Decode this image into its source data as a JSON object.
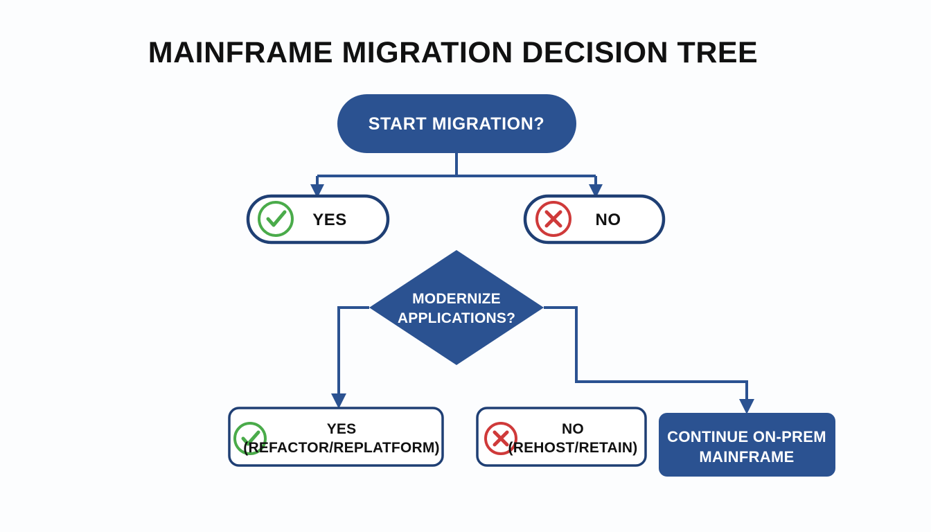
{
  "page": {
    "title": "MAINFRAME MIGRATION DECISION TREE",
    "background_color": "#fcfdfe",
    "accent_color": "#2b5291",
    "border_color": "#1f3f74",
    "success_color": "#4aab4a",
    "danger_color": "#cf3a3a"
  },
  "diagram": {
    "type": "decision-tree",
    "nodes": {
      "start": {
        "label": "START MIGRATION?",
        "shape": "pill",
        "style": "filled"
      },
      "start_yes": {
        "label": "YES",
        "shape": "pill",
        "style": "outlined",
        "icon": "check-circle-icon"
      },
      "start_no": {
        "label": "NO",
        "shape": "pill",
        "style": "outlined",
        "icon": "x-circle-icon"
      },
      "decision": {
        "label_line1": "MODERNIZE",
        "label_line2": "APPLICATIONS?",
        "shape": "diamond",
        "style": "filled"
      },
      "outcome_yes": {
        "label_line1": "YES",
        "label_line2": "(REFACTOR/REPLATFORM)",
        "shape": "rounded-rect",
        "style": "outlined",
        "icon": "check-circle-icon"
      },
      "outcome_no": {
        "label_line1": "NO",
        "label_line2": "(REHOST/RETAIN)",
        "shape": "rounded-rect",
        "style": "outlined",
        "icon": "x-circle-icon"
      },
      "outcome_onprem": {
        "label_line1": "CONTINUE ON-PREM",
        "label_line2": "MAINFRAME",
        "shape": "rounded-rect",
        "style": "filled"
      }
    },
    "edges": [
      {
        "from": "start",
        "to": "start_yes",
        "style": "orthogonal-arrow"
      },
      {
        "from": "start",
        "to": "start_no",
        "style": "orthogonal-arrow"
      },
      {
        "from": "decision",
        "to": "outcome_yes",
        "style": "orthogonal-arrow"
      },
      {
        "from": "decision",
        "to": "outcome_onprem",
        "style": "orthogonal-arrow"
      }
    ]
  }
}
